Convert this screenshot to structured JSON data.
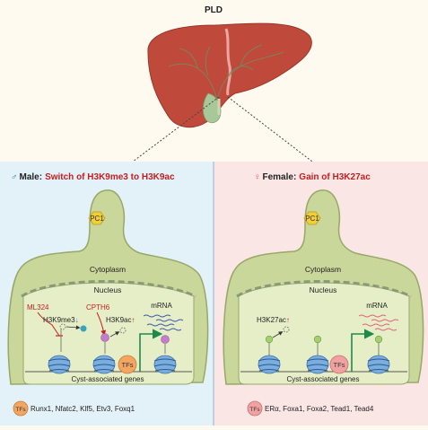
{
  "title": "PLD",
  "male_panel": {
    "symbol": "♂",
    "heading_prefix": "Male:",
    "heading_emph": "Switch of H3K9me3 to H3K9ac",
    "cilium_label": "PC1",
    "cytoplasm_label": "Cytoplasm",
    "nucleus_label": "Nucleus",
    "drug1": "ML324",
    "drug2": "CPTH6",
    "mark1": "H3K9me3",
    "mark1_arrow": "↓",
    "mark2": "H3K9ac",
    "mark2_arrow": "↑",
    "mrna_label": "mRNA",
    "tf_label": "TFs",
    "genes_label": "Cyst-associated genes",
    "legend_tf": "TFs",
    "legend_text": "Runx1, Nfatc2, Klf5, Etv3, Foxq1"
  },
  "female_panel": {
    "symbol": "♀",
    "heading_prefix": "Female:",
    "heading_emph": "Gain of  H3K27ac",
    "cilium_label": "PC1",
    "cytoplasm_label": "Cytoplasm",
    "nucleus_label": "Nucleus",
    "mark1": "H3K27ac",
    "mark1_arrow": "↑",
    "mrna_label": "mRNA",
    "tf_label": "TFs",
    "genes_label": "Cyst-associated genes",
    "legend_tf": "TFs",
    "legend_text": "ERα, Foxa1, Foxa2, Tead1, Tead4"
  },
  "colors": {
    "male_bg": "#e3f1f9",
    "female_bg": "#fbe6e6",
    "cell_fill": "#c9d79b",
    "cell_stroke": "#97a868",
    "nucleus_fill": "#e6eec7",
    "liver": "#bf4a3b",
    "title_red": "#c41f1f",
    "male_symbol": "#2f7ec2",
    "female_symbol": "#d9506a",
    "acetyl": "#a3cf6e",
    "methyl": "#3aa3bc",
    "male_mark": "#c27ec7",
    "tf_orange": "#f2a661",
    "tf_pink": "#f0a2a2",
    "male_mrna": "#3a55a8",
    "female_mrna": "#e0607a",
    "arrow_green": "#1e8a4a"
  }
}
